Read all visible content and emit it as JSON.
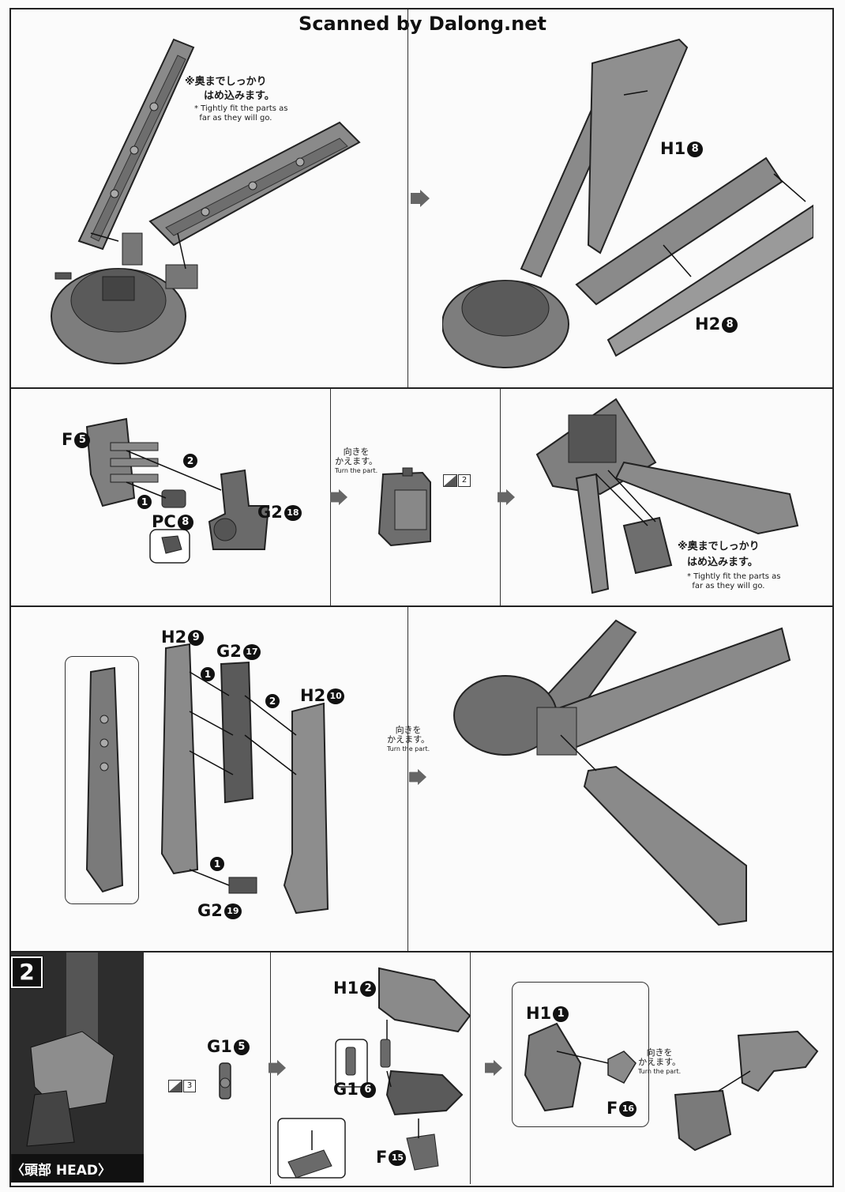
{
  "watermark": "Scanned by Dalong.net",
  "panel1": {
    "note_jp_line1": "※奥までしっかり",
    "note_jp_line2": "はめ込みます。",
    "note_en": "* Tightly fit the parts as\n  far as they will go."
  },
  "panel2": {
    "part_h1": "H1",
    "part_h1_num": "8",
    "part_h2": "H2",
    "part_h2_num": "8"
  },
  "panel3": {
    "part_f": "F",
    "part_f_num": "5",
    "part_g2": "G2",
    "part_g2_num": "18",
    "part_pc": "PC",
    "part_pc_num": "8",
    "step1": "1",
    "step2": "2"
  },
  "panel4": {
    "turn_jp": "向きを\nかえます。",
    "turn_en": "Turn the part.",
    "tag_num": "2"
  },
  "panel5": {
    "note_jp_line1": "※奥までしっかり",
    "note_jp_line2": "はめ込みます。",
    "note_en": "* Tightly fit the parts as\n  far as they will go."
  },
  "panel6": {
    "part_h2a": "H2",
    "part_h2a_num": "9",
    "part_g2a": "G2",
    "part_g2a_num": "17",
    "part_h2b": "H2",
    "part_h2b_num": "10",
    "part_g2b": "G2",
    "part_g2b_num": "19",
    "step1": "1",
    "step2": "2"
  },
  "panel7": {
    "turn_jp": "向きを\nかえます。",
    "turn_en": "Turn the part."
  },
  "step2": {
    "badge": "2",
    "title": "〈頭部 HEAD〉",
    "part_g1": "G1",
    "part_g1_num": "5",
    "tag_num": "3",
    "part_h1a": "H1",
    "part_h1a_num": "2",
    "part_g1b": "G1",
    "part_g1b_num": "6",
    "part_f15": "F",
    "part_f15_num": "15",
    "part_h1b": "H1",
    "part_h1b_num": "1",
    "part_f16": "F",
    "part_f16_num": "16",
    "turn_jp": "向きを\nかえます。",
    "turn_en": "Turn the part."
  }
}
